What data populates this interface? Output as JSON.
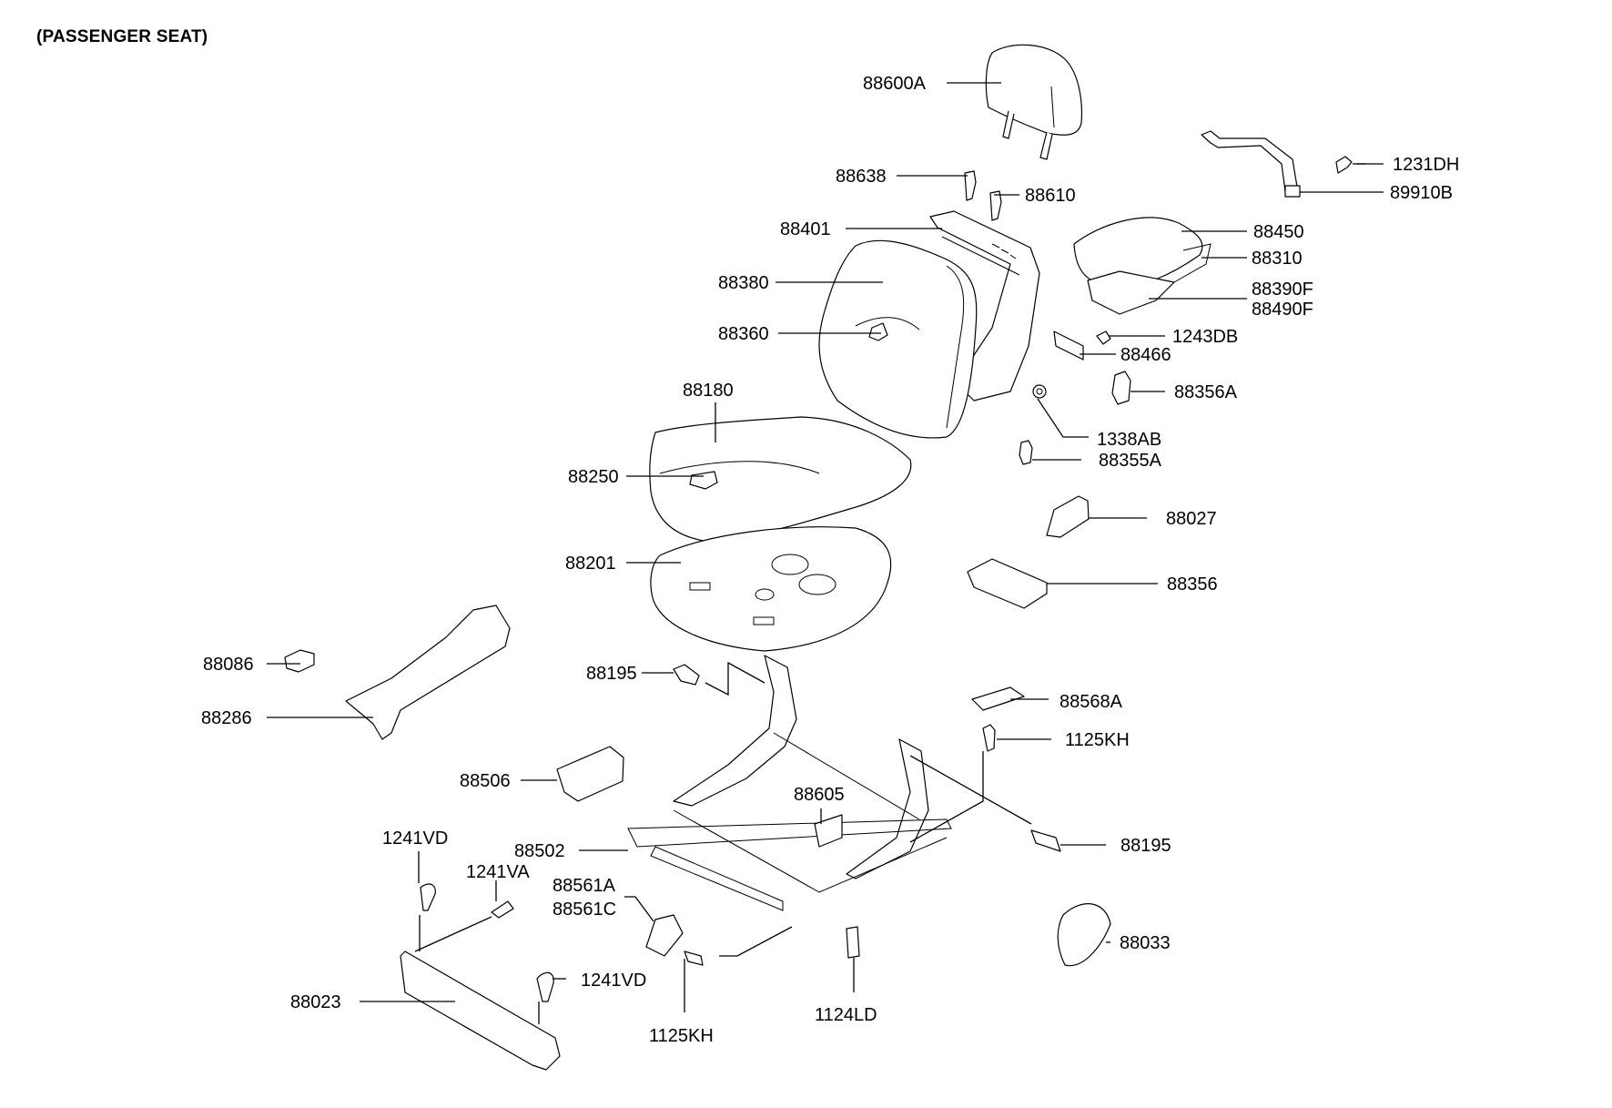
{
  "diagram": {
    "title": "(PASSENGER SEAT)",
    "parts": {
      "headrest": "88600A",
      "headrest_guide_a": "88638",
      "headrest_guide_b": "88610",
      "back_frame": "88401",
      "back_cover": "88380",
      "back_label": "88360",
      "cushion_cover": "88180",
      "cushion_label": "88250",
      "cushion_pad": "88201",
      "armrest_handle_screw": "1231DH",
      "armrest_handle": "89910B",
      "armrest_cover": "88450",
      "armrest_pad": "88310",
      "armrest_assy_1": "88390F",
      "armrest_assy_2": "88490F",
      "armrest_screw": "1243DB",
      "armrest_bracket": "88466",
      "knob_a": "88356A",
      "nut": "1338AB",
      "knob_b": "88355A",
      "switch_bezel": "88027",
      "power_switch": "88356",
      "side_clip": "88086",
      "side_shield": "88286",
      "bolt_upper": "88195",
      "motor_module": "88506",
      "track_assy": "88502",
      "bracket": "88605",
      "cap": "88568A",
      "bolt_right": "1125KH",
      "bolt_right_2": "88195",
      "cover_right": "88033",
      "screw_front_left": "1241VD",
      "screw_front_mid": "1241VA",
      "cover_a": "88561A",
      "cover_c": "88561C",
      "screw_front_right": "1241VD",
      "front_trim": "88023",
      "bolt_bottom": "1125KH",
      "bolt_stud": "1124LD"
    }
  }
}
